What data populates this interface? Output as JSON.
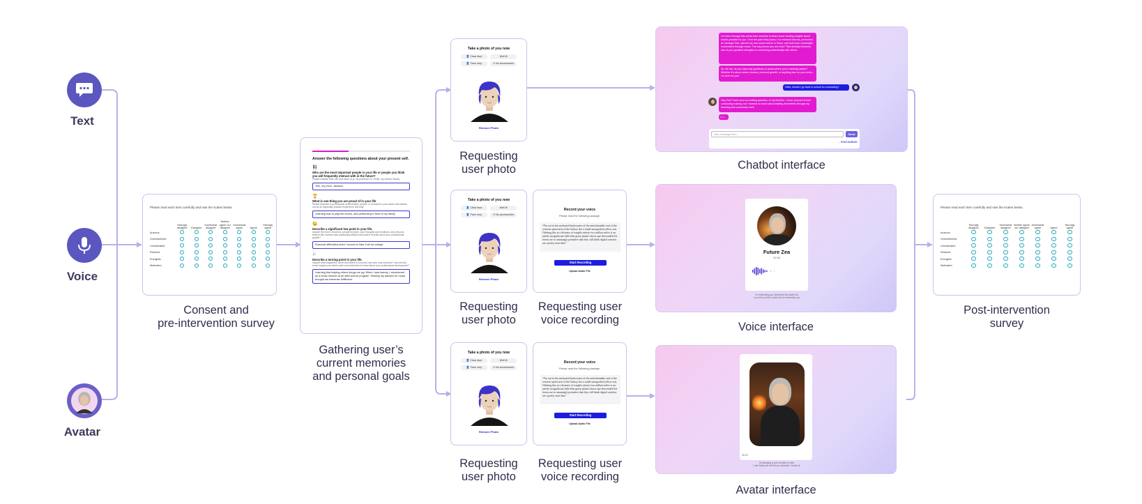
{
  "modes": {
    "text": "Text",
    "voice": "Voice",
    "avatar": "Avatar"
  },
  "captions": {
    "consent": "Consent and\npre-intervention survey",
    "memories": "Gathering user’s\ncurrent memories\nand personal goals",
    "photo": "Requesting\nuser photo",
    "voice_rec": "Requesting user\nvoice recording",
    "chatbot": "Chatbot interface",
    "voice_if": "Voice interface",
    "avatar_if": "Avatar interface",
    "post": "Post-intervention\nsurvey"
  },
  "survey": {
    "intro": "Please read each item carefully and rate the scales below.",
    "columns": [
      "Strongly disagree",
      "Disagree",
      "Somewhat disagree",
      "Neither agree nor disagree",
      "Somewhat agree",
      "Agree",
      "Strongly agree"
    ],
    "rows": [
      "Anxious",
      "Overwhelmed",
      "Unmotivated",
      "Relaxed",
      "Energetic",
      "Motivated"
    ]
  },
  "memories": {
    "heading": "Answer the following questions about your present self.",
    "questions": [
      {
        "icon": "👫",
        "title": "Who are the most important people in your life or people you think you will frequently interact with in the future?",
        "hint": "Please indicate their role and name (e.g. my professor Dr. Smith, my mentor Sarah).",
        "answer": "Tom, my mom, Jackson"
      },
      {
        "icon": "🏆",
        "title": "What is one thing you are proud of in your life",
        "hint": "Please describe a professional achievement, project, or moment in your career that stands out as an especially positive experience and why.",
        "answer": "Learning how to play the drums, and performing in front of my family"
      },
      {
        "icon": "😓",
        "title": "Describe a significant low point in your life.",
        "hint": "Include the event, emotions, people involved, your thoughts and emotions, and why you believe this moment was particularly difficult and what it reveals about your professional growth?",
        "answer": "Financial difficulties when I moved to New York for college"
      },
      {
        "icon": "⚐",
        "title": "Describe a turning point in your life.",
        "hint": "Include what happened, when and where it occurred, and who was involved? How did this event impact your career path and what does it reveal about your professional development?",
        "answer": "Learning that helping others brings me joy. When I was twenty, I volunteered as a music teacher at an after-school program. Sharing my passion for music brought me immense fulfillment."
      }
    ]
  },
  "photo": {
    "title": "Take a photo of you now",
    "chips": [
      "Clear face",
      "Well lit",
      "Face only",
      "No accessories"
    ],
    "remove": "Remove Photo"
  },
  "voice_rec": {
    "title": "Record your voice",
    "sub": "Please read the following passage:",
    "passage": "“Far out in the uncharted backwaters of the unfashionable end of the western spiral arm of the Galaxy lies a small unregarded yellow sun. Orbiting this at a distance of roughly ninety-two million miles is an utterly insignificant little blue green planet whose ape-descended life forms are so amazingly primitive that they still think digital watches are a pretty neat idea.”",
    "start": "Start Recording",
    "upload": "Upload Audio File"
  },
  "chatbot": {
    "msg1": "I’ve been through this ocean-time machine to share some exciting insights about what’s possible for you. Over the past thirty years, I’ve released albums, performed at Carnegie Hall, opened my own music school in Tokyo, and built such meaningful connections through music. The shy person you are now? That actually becomes one of your greatest strengths in connecting authentically with others.",
    "msg2": "So, tell me, do you have any questions or areas where you’re seeking advice? Whether it’s about career choices, personal growth, or anything else on your mind—I’m here for you!",
    "user": "Hello, should I go back to school for conducting?",
    "msg3": "Hey Zea! That’s such an exciting question. In my timeline, I never pursued formal conducting training, but I learned so much about leading ensembles through my teaching and community work.",
    "typing": "• • •",
    "placeholder": "Your message here...",
    "send": "Send",
    "post": "→ POST-SURVEY"
  },
  "voice_if": {
    "name": "Future Zea",
    "time": "00:36",
    "note": "It’s interesting you mentioned this aside but\nI can tell you that I came here to remember you"
  },
  "avatar_if": {
    "time": "00:13",
    "note": "Unchanging is just a matter of reset\nI can finally see all that you dreamed I would do"
  },
  "colors": {
    "wire": "#b7b0ea",
    "accent": "#5b56c0",
    "card_border": "#c9c3ee"
  }
}
